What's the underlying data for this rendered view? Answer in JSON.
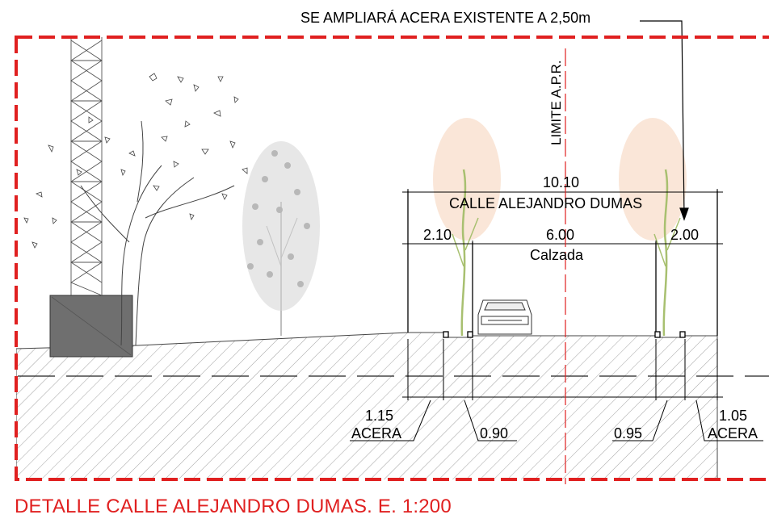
{
  "note_top": "SE AMPLIARÁ ACERA EXISTENTE A 2,50m",
  "limit_label": "LIMITE A.P.R.",
  "street_name": "CALLE ALEJANDRO DUMAS",
  "street_label": "Calzada",
  "dims": {
    "total": "10.10",
    "left_sidewalk": "2.10",
    "carriageway": "6.00",
    "right_sidewalk": "2.00",
    "bottom_left": "1.15",
    "bottom_left_mid": "0.90",
    "bottom_right_mid": "0.95",
    "bottom_right": "1.05"
  },
  "acera_left": "ACERA",
  "acera_right": "ACERA",
  "title": "DETALLE CALLE ALEJANDRO DUMAS. E. 1:200",
  "colors": {
    "frame": "#e02020",
    "limit_line": "#e02020",
    "ground_hatch": "#888888",
    "building": "#6b6b6b",
    "tree_grey": "#bdbdbd",
    "tree_orange": "#e8a070",
    "tree_green": "#a8c070"
  }
}
